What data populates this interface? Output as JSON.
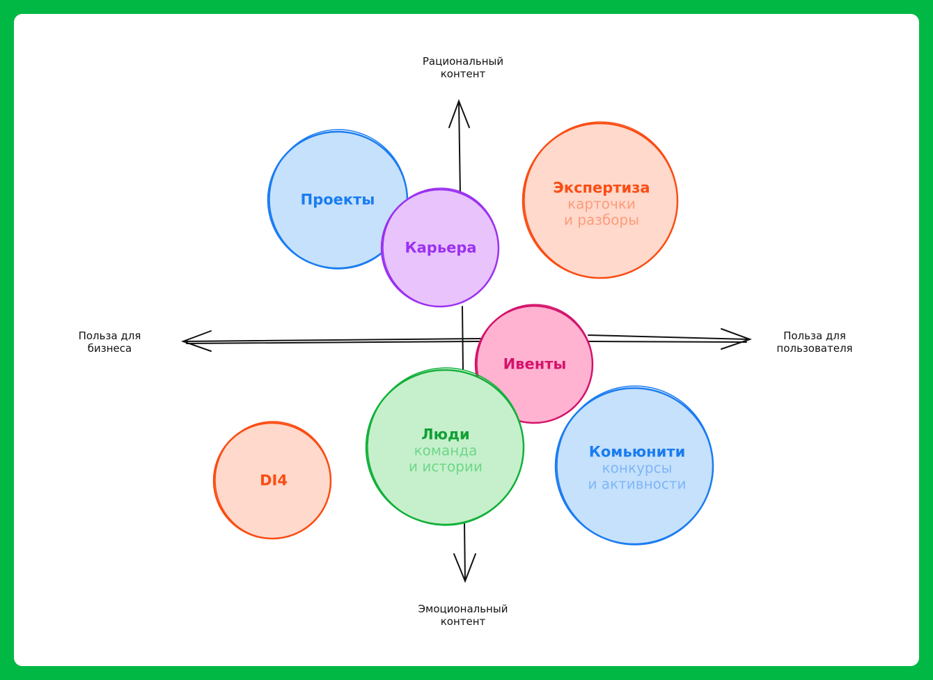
{
  "diagram": {
    "type": "quadrant-bubble-map",
    "axes": {
      "top": {
        "line1": "Рациональный",
        "line2": "контент"
      },
      "bottom": {
        "line1": "Эмоциональный",
        "line2": "контент"
      },
      "left": {
        "line1": "Польза для",
        "line2": "бизнеса"
      },
      "right": {
        "line1": "Польза для",
        "line2": "пользователя"
      }
    },
    "bubbles": [
      {
        "id": "projects",
        "title": "Проекты",
        "subtitle1": "",
        "subtitle2": "",
        "stroke": "#1a7cf0",
        "fill": "#c6e1fc",
        "text": "#1a7cf0",
        "subtext": "#7fb6f7"
      },
      {
        "id": "career",
        "title": "Карьера",
        "subtitle1": "",
        "subtitle2": "",
        "stroke": "#9b31f0",
        "fill": "#e8c3fc",
        "text": "#9b31f0",
        "subtext": "#c48af5"
      },
      {
        "id": "expertise",
        "title": "Экспертиза",
        "subtitle1": "карточки",
        "subtitle2": "и разборы",
        "stroke": "#fa4d15",
        "fill": "#ffd9cb",
        "text": "#fa4d15",
        "subtext": "#fb9c7c"
      },
      {
        "id": "events",
        "title": "Ивенты",
        "subtitle1": "",
        "subtitle2": "",
        "stroke": "#d4136b",
        "fill": "#ffb3d1",
        "text": "#d4136b",
        "subtext": "#e86fa3"
      },
      {
        "id": "people",
        "title": "Люди",
        "subtitle1": "команда",
        "subtitle2": "и истории",
        "stroke": "#12b03a",
        "fill": "#c6f0cc",
        "text": "#12a035",
        "subtext": "#6fd688"
      },
      {
        "id": "community",
        "title": "Комьюнити",
        "subtitle1": "конкурсы",
        "subtitle2": "и активности",
        "stroke": "#1a7cf0",
        "fill": "#c6e1fc",
        "text": "#1a7cf0",
        "subtext": "#7fb6f7"
      },
      {
        "id": "di4",
        "title": "DI4",
        "subtitle1": "",
        "subtitle2": "",
        "stroke": "#fa4d15",
        "fill": "#ffd9cb",
        "text": "#fa4d15",
        "subtext": "#fb9c7c"
      }
    ]
  },
  "colors": {
    "frame": "#00b843",
    "canvas": "#ffffff",
    "axis": "#111111"
  }
}
